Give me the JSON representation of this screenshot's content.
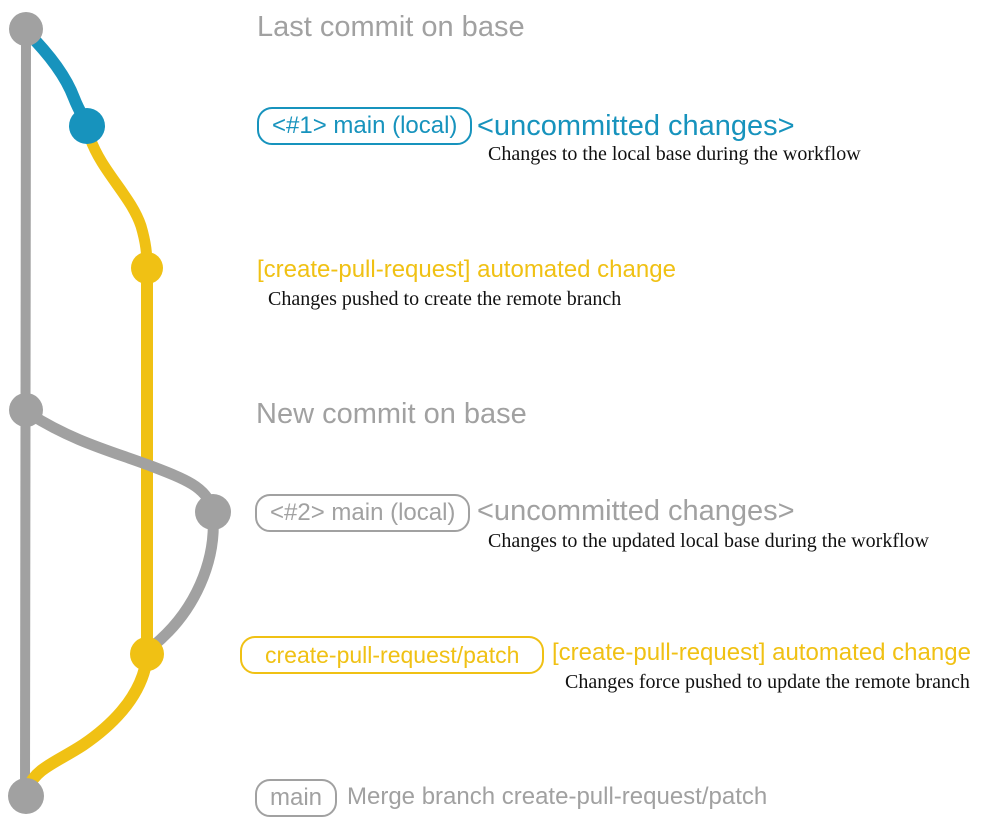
{
  "colors": {
    "blue": "#1793bd",
    "yellow": "#f0c114",
    "gray": "#a1a1a1",
    "desc": "#111111"
  },
  "rows": {
    "last_commit": {
      "title": "Last commit on base"
    },
    "local1": {
      "badge": "<#1> main (local)",
      "tag": "<uncommitted changes>",
      "desc": "Changes to the local base during the workflow"
    },
    "push1": {
      "title": "[create-pull-request] automated change",
      "desc": "Changes pushed to create the remote branch"
    },
    "new_commit": {
      "title": "New commit on base"
    },
    "local2": {
      "badge": "<#2> main (local)",
      "tag": "<uncommitted changes>",
      "desc": "Changes to the updated local base during the workflow"
    },
    "push2": {
      "badge": "create-pull-request/patch",
      "title": "[create-pull-request] automated change",
      "desc": "Changes force pushed to update the remote branch"
    },
    "merge": {
      "badge": "main",
      "title": "Merge branch create-pull-request/patch"
    }
  },
  "graph": {
    "commits": [
      {
        "id": "base-tip",
        "color": "gray",
        "label": "Last commit on base"
      },
      {
        "id": "main-local-1",
        "color": "blue",
        "label": "<#1> main (local)"
      },
      {
        "id": "patch-commit-1",
        "color": "yellow",
        "label": "[create-pull-request] automated change"
      },
      {
        "id": "base-new",
        "color": "gray",
        "label": "New commit on base"
      },
      {
        "id": "main-local-2",
        "color": "gray",
        "label": "<#2> main (local)"
      },
      {
        "id": "patch-commit-2",
        "color": "yellow",
        "label": "create-pull-request/patch"
      },
      {
        "id": "merge-commit",
        "color": "gray",
        "label": "Merge branch create-pull-request/patch"
      }
    ]
  }
}
